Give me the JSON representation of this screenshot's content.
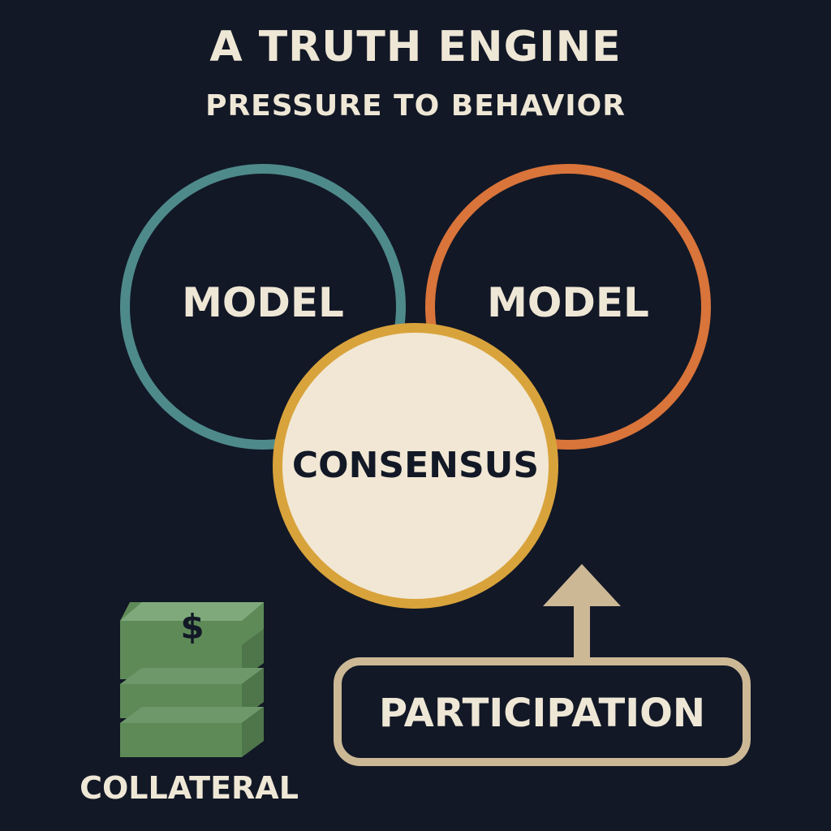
{
  "header": {
    "title": "A TRUTH ENGINE",
    "subtitle": "PRESSURE TO BEHAVIOR"
  },
  "diagram": {
    "left_circle": {
      "label": "MODEL",
      "stroke": "#4F8A8B"
    },
    "right_circle": {
      "label": "MODEL",
      "stroke": "#D9743A"
    },
    "center_circle": {
      "label": "CONSENSUS",
      "stroke": "#D9A33C",
      "fill": "#F1E7D4"
    },
    "collateral": {
      "label": "COLLATERAL",
      "symbol": "$",
      "icon": "money-stack-icon",
      "color": "#5E8A58"
    },
    "participation": {
      "label": "PARTICIPATION",
      "stroke": "#CDB896"
    },
    "arrow": {
      "icon": "arrow-up-icon",
      "color": "#CDB896"
    }
  },
  "colors": {
    "background": "#121826",
    "text_light": "#EFE7D6",
    "text_dark": "#121826"
  }
}
